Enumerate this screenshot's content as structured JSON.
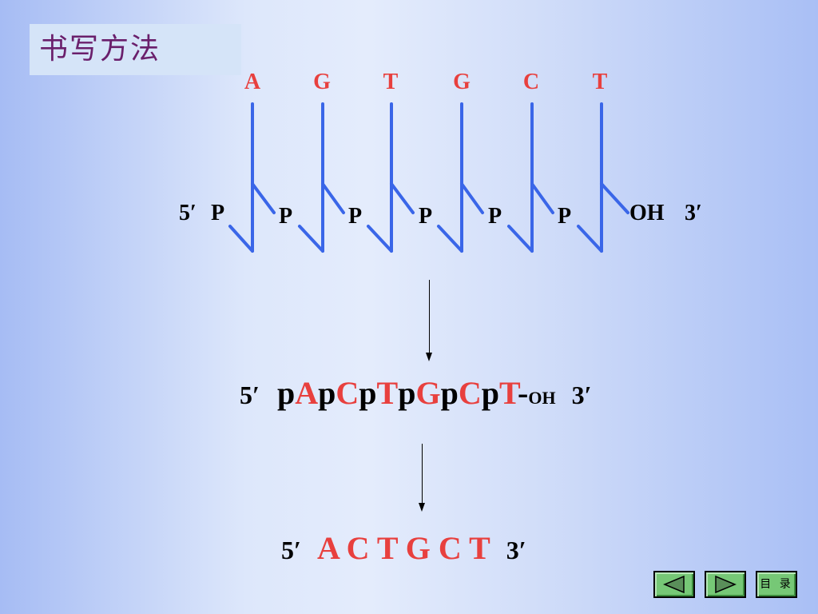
{
  "title": "书写方法",
  "bases": [
    "A",
    "G",
    "T",
    "G",
    "C",
    "T"
  ],
  "structure": {
    "five_prime_label": "5′",
    "phosphate_label": "P",
    "oh_label": "OH",
    "three_prime_label": "3′"
  },
  "condensed": {
    "five_prime": "5′",
    "segments": [
      {
        "p": "p",
        "base": "A"
      },
      {
        "p": "p",
        "base": "C"
      },
      {
        "p": "p",
        "base": "T"
      },
      {
        "p": "p",
        "base": "G"
      },
      {
        "p": "p",
        "base": "C"
      },
      {
        "p": "p",
        "base": "T"
      }
    ],
    "dash": "-",
    "oh": "OH",
    "three_prime": "3′"
  },
  "simplest": {
    "five_prime": "5′",
    "sequence": "A C T G C T",
    "three_prime": "3′"
  },
  "nav": {
    "prev_icon": "triangle-left-icon",
    "next_icon": "triangle-right-icon",
    "menu_label": "目 录"
  },
  "colors": {
    "base_red": "#e8403e",
    "backbone_blue": "#3a66e8",
    "title_purple": "#6a1f6c",
    "nav_green": "#76c876"
  }
}
